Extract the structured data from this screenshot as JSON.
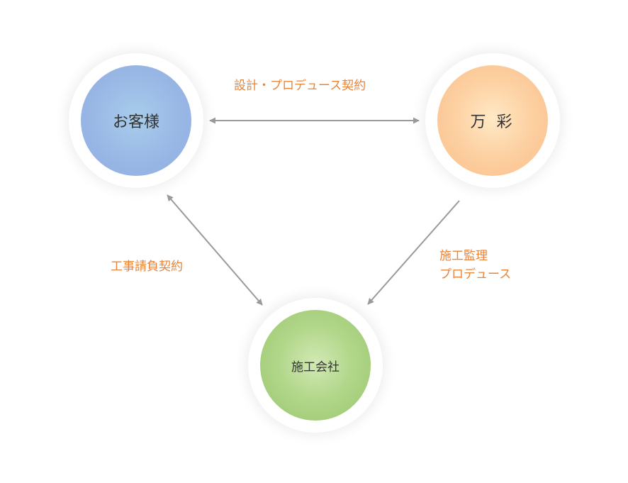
{
  "nodes": {
    "customer": "お客様",
    "mansai": "万 彩",
    "builder": "施工会社"
  },
  "relations": {
    "top": "設計・プロデュース契約",
    "left": "工事請負契約",
    "right_line1": "施工監理",
    "right_line2": "プロデュース"
  },
  "colors": {
    "label": "#e8843a",
    "arrow": "#9a9a9a",
    "customer": "#9cbbe6",
    "mansai": "#fdd2a4",
    "builder": "#b2d78b"
  }
}
